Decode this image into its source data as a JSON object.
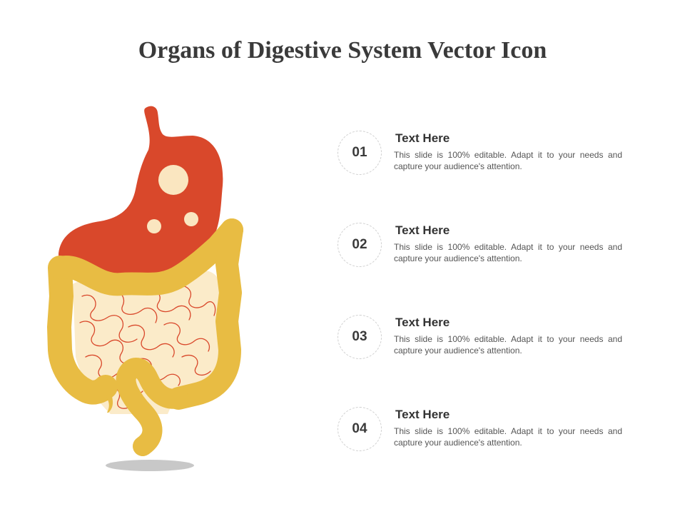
{
  "title": "Organs of Digestive System Vector Icon",
  "colors": {
    "stomach": "#D9482B",
    "colon": "#E8BC43",
    "small_intestine_fill": "#FBEBC9",
    "small_intestine_lines": "#D9482B",
    "spot": "#FAE6C0",
    "shadow": "#9b9b9b"
  },
  "illustration": {
    "icon": "digestive-system-icon"
  },
  "items": [
    {
      "number": "01",
      "title": "Text Here",
      "desc": "This slide is 100% editable. Adapt it to your needs and capture your audience's attention."
    },
    {
      "number": "02",
      "title": "Text Here",
      "desc": "This slide is 100% editable. Adapt it to your needs and capture your audience's attention."
    },
    {
      "number": "03",
      "title": "Text Here",
      "desc": "This slide is 100% editable. Adapt it to your needs and capture your audience's attention."
    },
    {
      "number": "04",
      "title": "Text Here",
      "desc": "This slide is 100% editable. Adapt it to your needs and capture your audience's attention."
    }
  ]
}
